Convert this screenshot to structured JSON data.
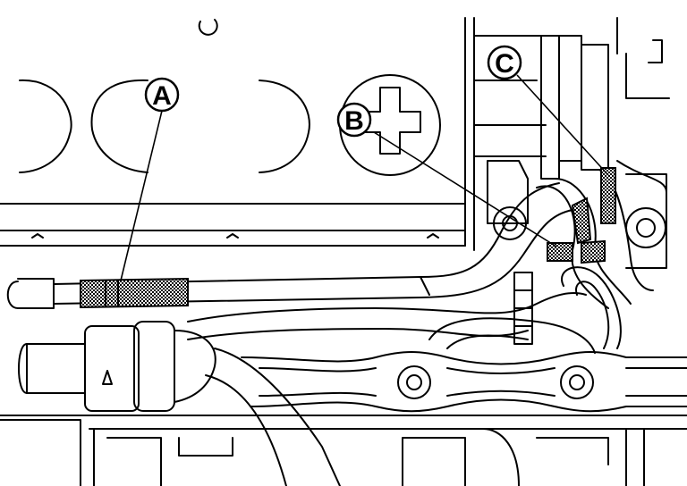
{
  "callouts": [
    {
      "id": "A",
      "label": "A"
    },
    {
      "id": "B",
      "label": "B"
    },
    {
      "id": "C",
      "label": "C"
    }
  ],
  "colors": {
    "line": "#000000",
    "background": "#ffffff",
    "hatch": "#000000"
  }
}
